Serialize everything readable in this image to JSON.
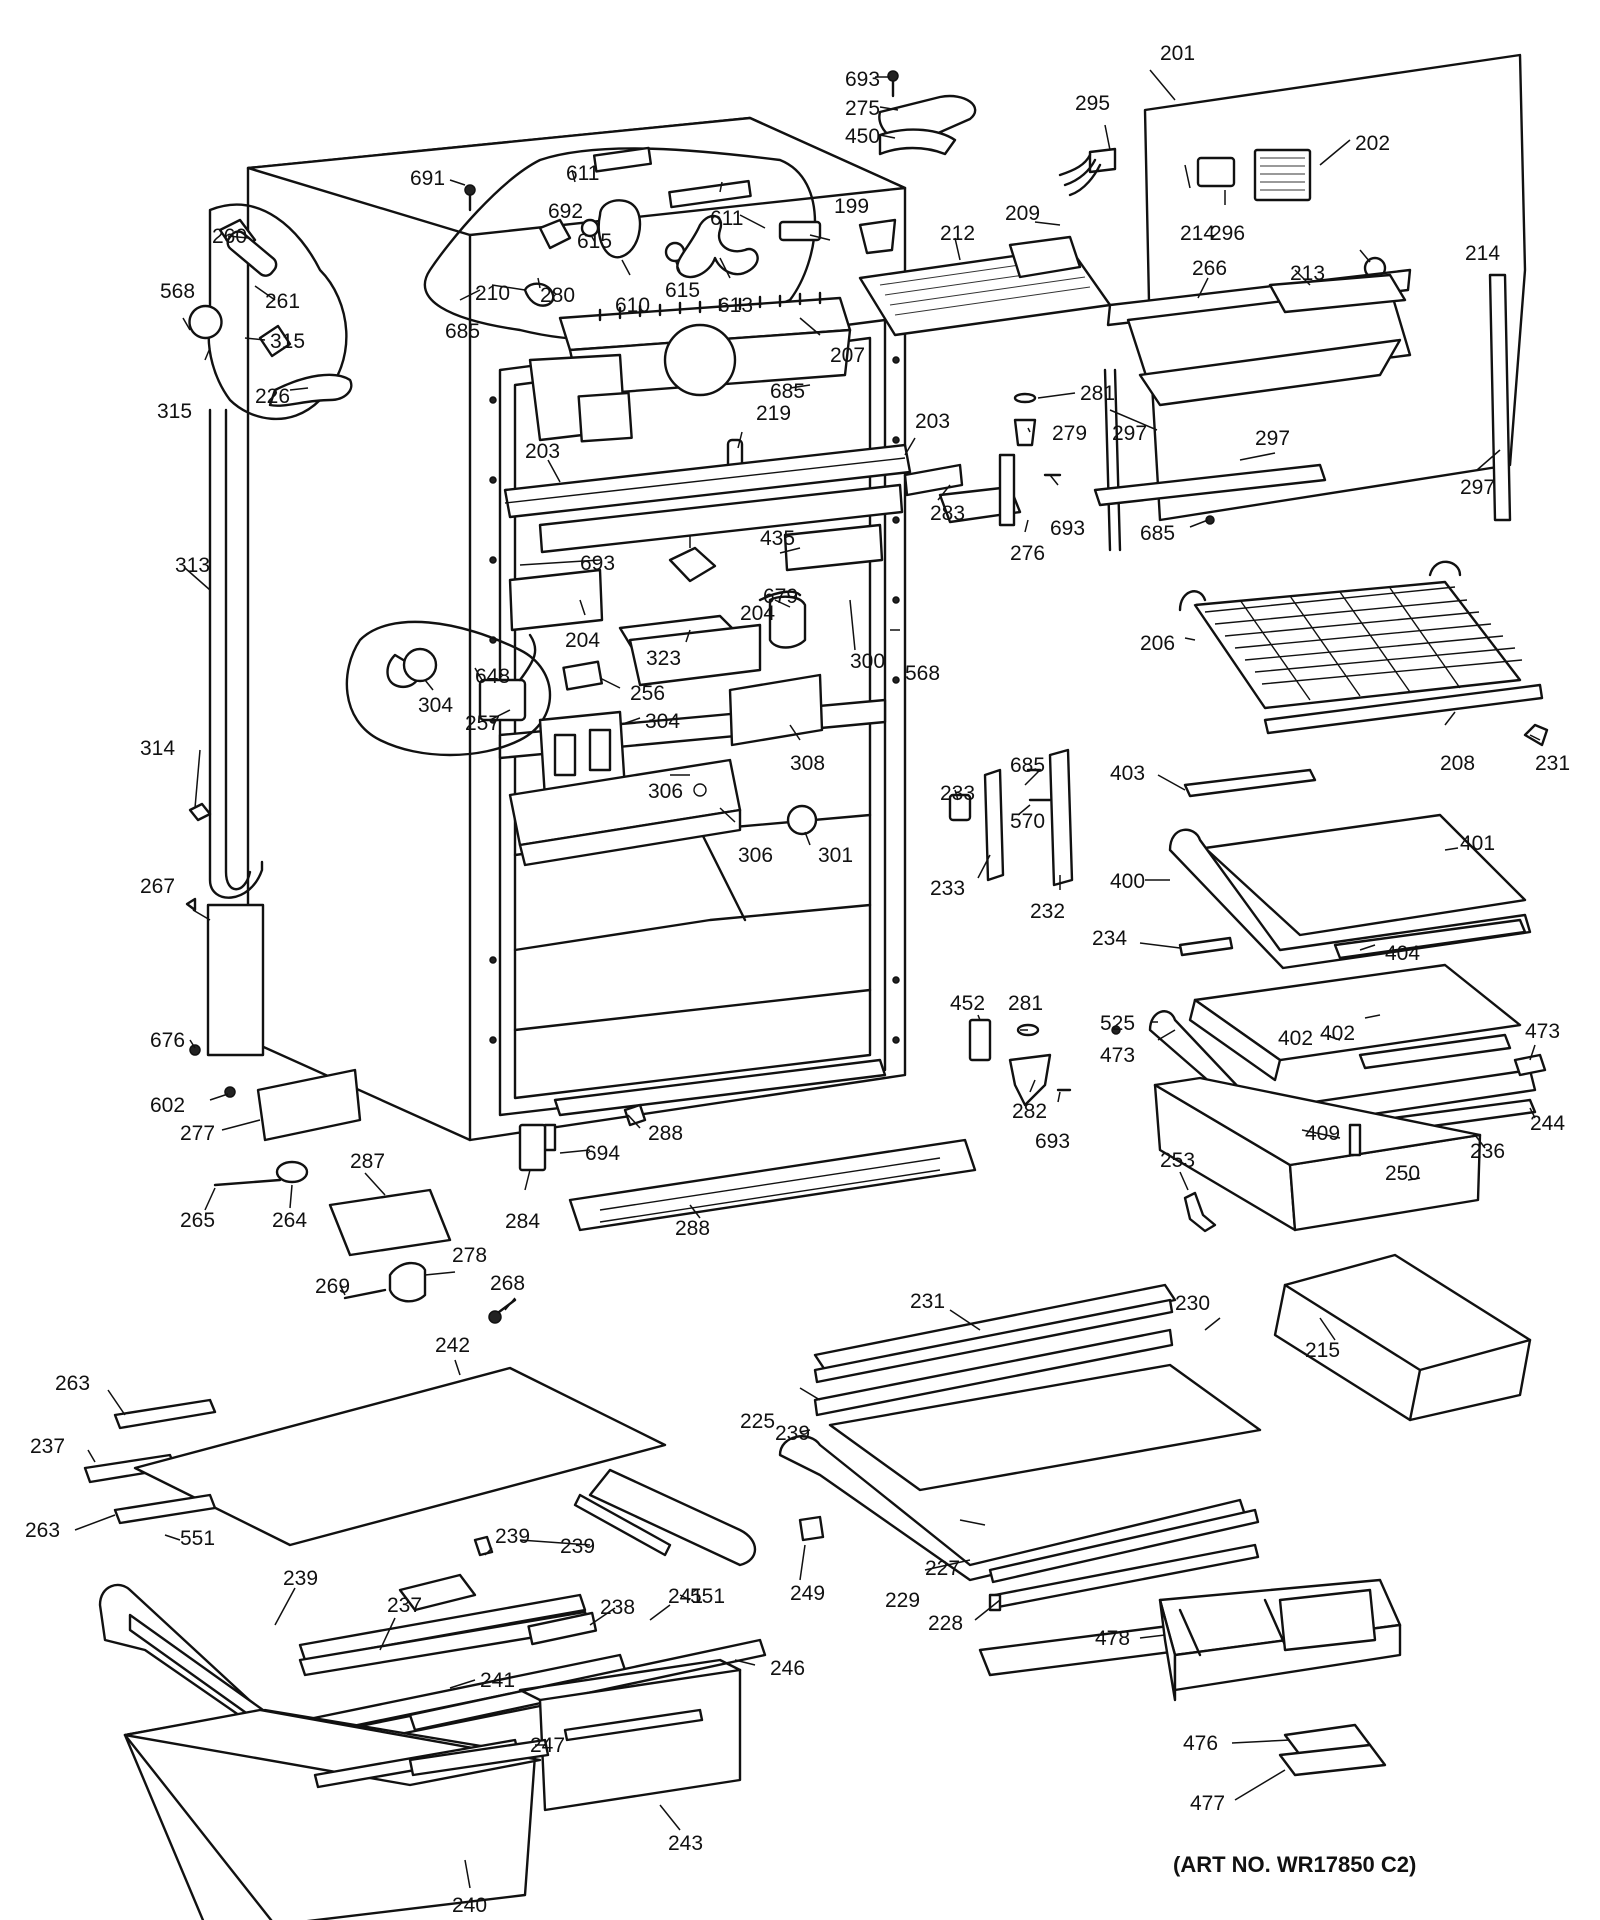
{
  "art_number": "(ART NO. WR17850 C2)",
  "labels": [
    {
      "id": "l693a",
      "text": "693"
    },
    {
      "id": "l275",
      "text": "275"
    },
    {
      "id": "l450",
      "text": "450"
    },
    {
      "id": "l201",
      "text": "201"
    },
    {
      "id": "l295",
      "text": "295"
    },
    {
      "id": "l202",
      "text": "202"
    },
    {
      "id": "l214a",
      "text": "214"
    },
    {
      "id": "l296",
      "text": "296"
    },
    {
      "id": "l214b",
      "text": "214"
    },
    {
      "id": "l691",
      "text": "691"
    },
    {
      "id": "l692",
      "text": "692"
    },
    {
      "id": "l611a",
      "text": "611"
    },
    {
      "id": "l611b",
      "text": "611"
    },
    {
      "id": "l199",
      "text": "199"
    },
    {
      "id": "l209",
      "text": "209"
    },
    {
      "id": "l212",
      "text": "212"
    },
    {
      "id": "l213",
      "text": "213"
    },
    {
      "id": "l266",
      "text": "266"
    },
    {
      "id": "l260",
      "text": "260"
    },
    {
      "id": "l261",
      "text": "261"
    },
    {
      "id": "l615a",
      "text": "615"
    },
    {
      "id": "l615b",
      "text": "615"
    },
    {
      "id": "l610",
      "text": "610"
    },
    {
      "id": "l613",
      "text": "613"
    },
    {
      "id": "l280",
      "text": "280"
    },
    {
      "id": "l210",
      "text": "210"
    },
    {
      "id": "l568a",
      "text": "568"
    },
    {
      "id": "l685a",
      "text": "685"
    },
    {
      "id": "l207",
      "text": "207"
    },
    {
      "id": "l315a",
      "text": "315"
    },
    {
      "id": "l315b",
      "text": "315"
    },
    {
      "id": "l226",
      "text": "226"
    },
    {
      "id": "l685b",
      "text": "685"
    },
    {
      "id": "l281a",
      "text": "281"
    },
    {
      "id": "l279",
      "text": "279"
    },
    {
      "id": "l297a",
      "text": "297"
    },
    {
      "id": "l297b",
      "text": "297"
    },
    {
      "id": "l297c",
      "text": "297"
    },
    {
      "id": "l219",
      "text": "219"
    },
    {
      "id": "l203a",
      "text": "203"
    },
    {
      "id": "l203b",
      "text": "203"
    },
    {
      "id": "l313",
      "text": "313"
    },
    {
      "id": "l283",
      "text": "283"
    },
    {
      "id": "l693b",
      "text": "693"
    },
    {
      "id": "l685c",
      "text": "685"
    },
    {
      "id": "l276",
      "text": "276"
    },
    {
      "id": "l435",
      "text": "435"
    },
    {
      "id": "l693c",
      "text": "693"
    },
    {
      "id": "l204a",
      "text": "204"
    },
    {
      "id": "l204b",
      "text": "204"
    },
    {
      "id": "l679",
      "text": "679"
    },
    {
      "id": "l568b",
      "text": "568"
    },
    {
      "id": "l206",
      "text": "206"
    },
    {
      "id": "l648",
      "text": "648"
    },
    {
      "id": "l304a",
      "text": "304"
    },
    {
      "id": "l257",
      "text": "257"
    },
    {
      "id": "l256",
      "text": "256"
    },
    {
      "id": "l323",
      "text": "323"
    },
    {
      "id": "l304b",
      "text": "304"
    },
    {
      "id": "l300",
      "text": "300"
    },
    {
      "id": "l308",
      "text": "308"
    },
    {
      "id": "l208",
      "text": "208"
    },
    {
      "id": "l231a",
      "text": "231"
    },
    {
      "id": "l314",
      "text": "314"
    },
    {
      "id": "l685d",
      "text": "685"
    },
    {
      "id": "l233a",
      "text": "233"
    },
    {
      "id": "l570",
      "text": "570"
    },
    {
      "id": "l306a",
      "text": "306"
    },
    {
      "id": "l306b",
      "text": "306"
    },
    {
      "id": "l301",
      "text": "301"
    },
    {
      "id": "l233b",
      "text": "233"
    },
    {
      "id": "l232",
      "text": "232"
    },
    {
      "id": "l403",
      "text": "403"
    },
    {
      "id": "l401",
      "text": "401"
    },
    {
      "id": "l400",
      "text": "400"
    },
    {
      "id": "l267",
      "text": "267"
    },
    {
      "id": "l234",
      "text": "234"
    },
    {
      "id": "l404",
      "text": "404"
    },
    {
      "id": "l525",
      "text": "525"
    },
    {
      "id": "l402a",
      "text": "402"
    },
    {
      "id": "l473a",
      "text": "473"
    },
    {
      "id": "l473b",
      "text": "473"
    },
    {
      "id": "l402b",
      "text": "402"
    },
    {
      "id": "l676",
      "text": "676"
    },
    {
      "id": "l452",
      "text": "452"
    },
    {
      "id": "l281b",
      "text": "281"
    },
    {
      "id": "l282",
      "text": "282"
    },
    {
      "id": "l693d",
      "text": "693"
    },
    {
      "id": "l602",
      "text": "602"
    },
    {
      "id": "l277",
      "text": "277"
    },
    {
      "id": "l288a",
      "text": "288"
    },
    {
      "id": "l694",
      "text": "694"
    },
    {
      "id": "l409",
      "text": "409"
    },
    {
      "id": "l244",
      "text": "244"
    },
    {
      "id": "l236",
      "text": "236"
    },
    {
      "id": "l287",
      "text": "287"
    },
    {
      "id": "l253",
      "text": "253"
    },
    {
      "id": "l250",
      "text": "250"
    },
    {
      "id": "l265",
      "text": "265"
    },
    {
      "id": "l264",
      "text": "264"
    },
    {
      "id": "l284",
      "text": "284"
    },
    {
      "id": "l288b",
      "text": "288"
    },
    {
      "id": "l269",
      "text": "269"
    },
    {
      "id": "l278",
      "text": "278"
    },
    {
      "id": "l268",
      "text": "268"
    },
    {
      "id": "l231b",
      "text": "231"
    },
    {
      "id": "l230",
      "text": "230"
    },
    {
      "id": "l215",
      "text": "215"
    },
    {
      "id": "l242",
      "text": "242"
    },
    {
      "id": "l263a",
      "text": "263"
    },
    {
      "id": "l225",
      "text": "225"
    },
    {
      "id": "l237a",
      "text": "237"
    },
    {
      "id": "l239a",
      "text": "239"
    },
    {
      "id": "l263b",
      "text": "263"
    },
    {
      "id": "l551a",
      "text": "551"
    },
    {
      "id": "l239b",
      "text": "239"
    },
    {
      "id": "l239c",
      "text": "239"
    },
    {
      "id": "l227",
      "text": "227"
    },
    {
      "id": "l249",
      "text": "249"
    },
    {
      "id": "l229",
      "text": "229"
    },
    {
      "id": "l239d",
      "text": "239"
    },
    {
      "id": "l237b",
      "text": "237"
    },
    {
      "id": "l238",
      "text": "238"
    },
    {
      "id": "l241a",
      "text": "241"
    },
    {
      "id": "l551b",
      "text": "551"
    },
    {
      "id": "l228",
      "text": "228"
    },
    {
      "id": "l478",
      "text": "478"
    },
    {
      "id": "l241b",
      "text": "241"
    },
    {
      "id": "l246",
      "text": "246"
    },
    {
      "id": "l247",
      "text": "247"
    },
    {
      "id": "l476",
      "text": "476"
    },
    {
      "id": "l477",
      "text": "477"
    },
    {
      "id": "l243",
      "text": "243"
    },
    {
      "id": "l240",
      "text": "240"
    }
  ]
}
